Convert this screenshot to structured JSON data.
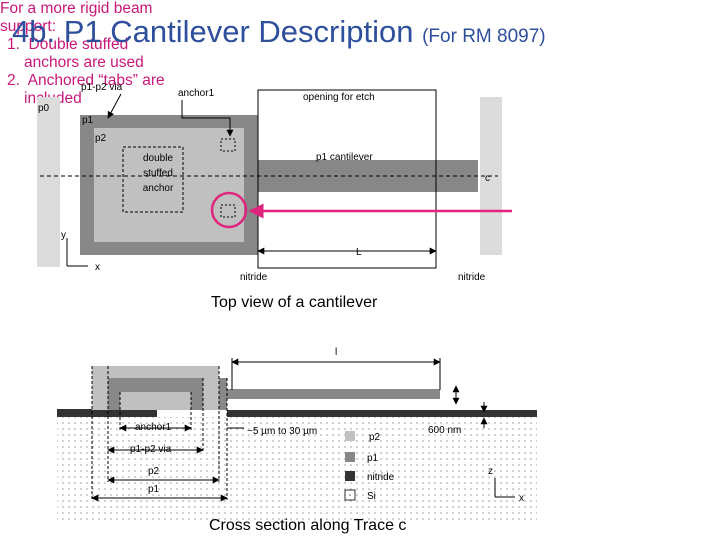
{
  "title": {
    "main": "4b.  P1 Cantilever Description",
    "sub": "(For RM 8097)"
  },
  "support_note": {
    "heading": "For a more rigid beam support:",
    "items": [
      "1.  Double stuffed anchors are used",
      "2.  Anchored “tabs” are included"
    ]
  },
  "top_view": {
    "labels": {
      "p0": "p0",
      "p1": "p1",
      "p2": "p2",
      "via": "p1-p2 via",
      "anchor": "anchor1",
      "opening": "opening for etch",
      "double": "double stuffed anchor",
      "cantilever": "p1 cantilever",
      "c": "c",
      "L": "L",
      "y": "y",
      "x": "x",
      "nitride_left": "nitride",
      "nitride_right": "nitride"
    },
    "caption": "Top view of a cantilever"
  },
  "cross_section": {
    "labels": {
      "l": "l",
      "anchor": "anchor1",
      "via": "p1-p2 via",
      "p2": "p2",
      "p1": "p1",
      "range": "~5 µm to 30 µm",
      "thickness": "600 nm",
      "z": "z",
      "x": "x"
    },
    "legend": [
      {
        "label": "p2",
        "color": "#c0c0c0"
      },
      {
        "label": "p1",
        "color": "#888888"
      },
      {
        "label": "nitride",
        "color": "#333333"
      },
      {
        "label": "Si",
        "color": "#ffffff"
      }
    ],
    "caption": "Cross section along Trace c"
  },
  "colors": {
    "title": "#2e4f9c",
    "accent": "#e0257f",
    "p0": "#dcdcdc",
    "p2": "#c0c0c0",
    "p1": "#888888",
    "nitride": "#333333"
  }
}
